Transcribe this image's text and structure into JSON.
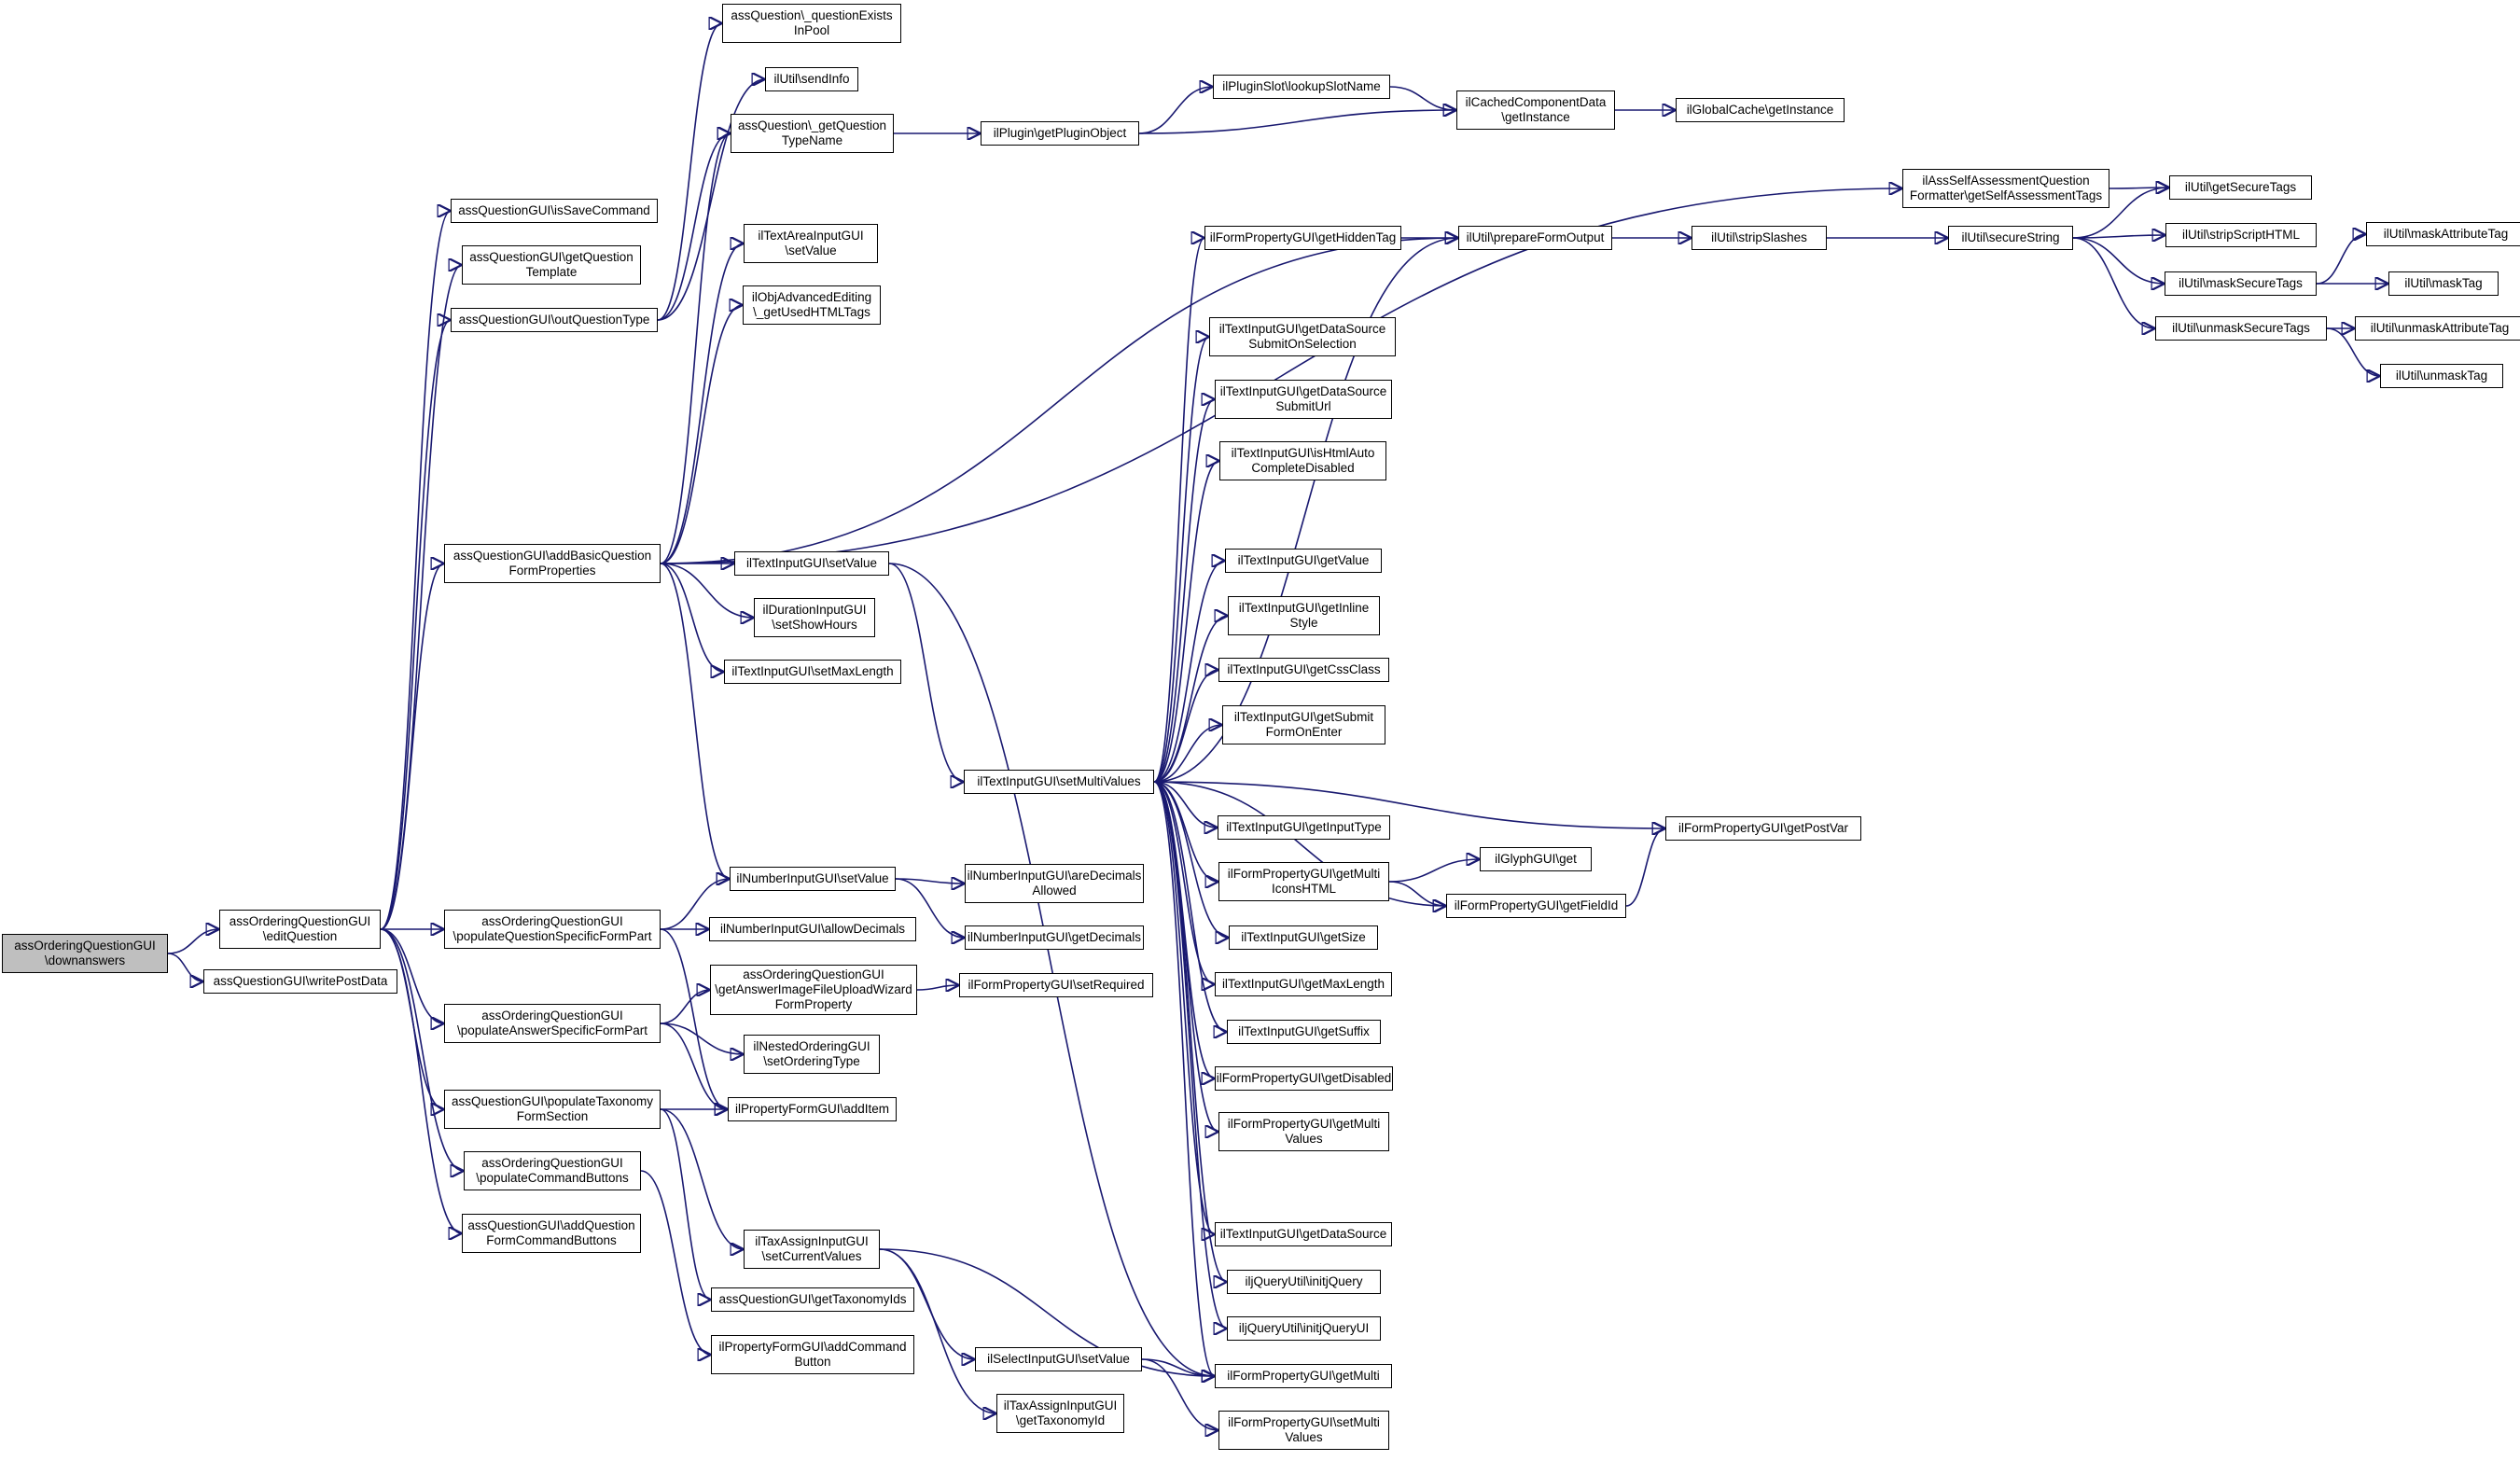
{
  "graph": {
    "type": "call-graph",
    "edge_color": "#191970",
    "node_border_color": "#000000",
    "root_fill_color": "#bfbfbf",
    "nodes": [
      {
        "id": "root",
        "label": "assOrderingQuestionGUI\n\\downanswers"
      },
      {
        "id": "editQuestion",
        "label": "assOrderingQuestionGUI\n\\editQuestion"
      },
      {
        "id": "writePostData",
        "label": "assQuestionGUI\\writePostData"
      },
      {
        "id": "isSaveCommand",
        "label": "assQuestionGUI\\isSaveCommand"
      },
      {
        "id": "getQuestionTemplate",
        "label": "assQuestionGUI\\getQuestion\nTemplate"
      },
      {
        "id": "outQuestionType",
        "label": "assQuestionGUI\\outQuestionType"
      },
      {
        "id": "addBasicQuestion",
        "label": "assQuestionGUI\\addBasicQuestion\nFormProperties"
      },
      {
        "id": "populateQSpecific",
        "label": "assOrderingQuestionGUI\n\\populateQuestionSpecificFormPart"
      },
      {
        "id": "populateAnsSpecific",
        "label": "assOrderingQuestionGUI\n\\populateAnswerSpecificFormPart"
      },
      {
        "id": "populateTaxonomy",
        "label": "assQuestionGUI\\populateTaxonomy\nFormSection"
      },
      {
        "id": "populateCmdButtons",
        "label": "assOrderingQuestionGUI\n\\populateCommandButtons"
      },
      {
        "id": "addQuestionFormCmd",
        "label": "assQuestionGUI\\addQuestion\nFormCommandButtons"
      },
      {
        "id": "qExistsInPool",
        "label": "assQuestion\\_questionExists\nInPool"
      },
      {
        "id": "sendInfo",
        "label": "ilUtil\\sendInfo"
      },
      {
        "id": "getQTypeName",
        "label": "assQuestion\\_getQuestion\nTypeName"
      },
      {
        "id": "taSetValue",
        "label": "ilTextAreaInputGUI\n\\setValue"
      },
      {
        "id": "getUsedHTMLTags",
        "label": "ilObjAdvancedEditing\n\\_getUsedHTMLTags"
      },
      {
        "id": "tiSetValue",
        "label": "ilTextInputGUI\\setValue"
      },
      {
        "id": "durSetShowHours",
        "label": "ilDurationInputGUI\n\\setShowHours"
      },
      {
        "id": "tiSetMaxLength",
        "label": "ilTextInputGUI\\setMaxLength"
      },
      {
        "id": "numSetValue",
        "label": "ilNumberInputGUI\\setValue"
      },
      {
        "id": "numAllowDecimals",
        "label": "ilNumberInputGUI\\allowDecimals"
      },
      {
        "id": "getAnswerImage",
        "label": "assOrderingQuestionGUI\n\\getAnswerImageFileUploadWizard\nFormProperty"
      },
      {
        "id": "nestedSetOrdering",
        "label": "ilNestedOrderingGUI\n\\setOrderingType"
      },
      {
        "id": "propAddItem",
        "label": "ilPropertyFormGUI\\addItem"
      },
      {
        "id": "taxSetCurrent",
        "label": "ilTaxAssignInputGUI\n\\setCurrentValues"
      },
      {
        "id": "getTaxonomyIds",
        "label": "assQuestionGUI\\getTaxonomyIds"
      },
      {
        "id": "propAddCmdButton",
        "label": "ilPropertyFormGUI\\addCommand\nButton"
      },
      {
        "id": "selSetValue",
        "label": "ilSelectInputGUI\\setValue"
      },
      {
        "id": "taxGetTaxId",
        "label": "ilTaxAssignInputGUI\n\\getTaxonomyId"
      },
      {
        "id": "getPluginObject",
        "label": "ilPlugin\\getPluginObject"
      },
      {
        "id": "lookupSlotName",
        "label": "ilPluginSlot\\lookupSlotName"
      },
      {
        "id": "cachedGetInstance",
        "label": "ilCachedComponentData\n\\getInstance"
      },
      {
        "id": "globalCacheGetInstance",
        "label": "ilGlobalCache\\getInstance"
      },
      {
        "id": "selfAssessTags",
        "label": "ilAssSelfAssessmentQuestion\nFormatter\\getSelfAssessmentTags"
      },
      {
        "id": "tiSetMultiValues",
        "label": "ilTextInputGUI\\setMultiValues"
      },
      {
        "id": "numAreDecimals",
        "label": "ilNumberInputGUI\\areDecimals\nAllowed"
      },
      {
        "id": "numGetDecimals",
        "label": "ilNumberInputGUI\\getDecimals"
      },
      {
        "id": "fpSetRequired",
        "label": "ilFormPropertyGUI\\setRequired"
      },
      {
        "id": "fpGetHiddenTag",
        "label": "ilFormPropertyGUI\\getHiddenTag"
      },
      {
        "id": "tiGetDSSubmitOnSel",
        "label": "ilTextInputGUI\\getDataSource\nSubmitOnSelection"
      },
      {
        "id": "tiGetDSSubmitUrl",
        "label": "ilTextInputGUI\\getDataSource\nSubmitUrl"
      },
      {
        "id": "tiIsHtmlAuto",
        "label": "ilTextInputGUI\\isHtmlAuto\nCompleteDisabled"
      },
      {
        "id": "tiGetValue",
        "label": "ilTextInputGUI\\getValue"
      },
      {
        "id": "tiGetInlineStyle",
        "label": "ilTextInputGUI\\getInline\nStyle"
      },
      {
        "id": "tiGetCssClass",
        "label": "ilTextInputGUI\\getCssClass"
      },
      {
        "id": "tiGetSubmitOnEnter",
        "label": "ilTextInputGUI\\getSubmit\nFormOnEnter"
      },
      {
        "id": "tiGetInputType",
        "label": "ilTextInputGUI\\getInputType"
      },
      {
        "id": "fpGetMultiIcons",
        "label": "ilFormPropertyGUI\\getMulti\nIconsHTML"
      },
      {
        "id": "tiGetSize",
        "label": "ilTextInputGUI\\getSize"
      },
      {
        "id": "tiGetMaxLength",
        "label": "ilTextInputGUI\\getMaxLength"
      },
      {
        "id": "tiGetSuffix",
        "label": "ilTextInputGUI\\getSuffix"
      },
      {
        "id": "fpGetDisabled",
        "label": "ilFormPropertyGUI\\getDisabled"
      },
      {
        "id": "fpGetMultiValues",
        "label": "ilFormPropertyGUI\\getMulti\nValues"
      },
      {
        "id": "tiGetDataSource",
        "label": "ilTextInputGUI\\getDataSource"
      },
      {
        "id": "jqInitJQuery",
        "label": "iljQueryUtil\\initjQuery"
      },
      {
        "id": "jqInitJQueryUI",
        "label": "iljQueryUtil\\initjQueryUI"
      },
      {
        "id": "fpGetMulti",
        "label": "ilFormPropertyGUI\\getMulti"
      },
      {
        "id": "fpSetMultiValues",
        "label": "ilFormPropertyGUI\\setMulti\nValues"
      },
      {
        "id": "prepareFormOutput",
        "label": "ilUtil\\prepareFormOutput"
      },
      {
        "id": "glyphGet",
        "label": "ilGlyphGUI\\get"
      },
      {
        "id": "fpGetFieldId",
        "label": "ilFormPropertyGUI\\getFieldId"
      },
      {
        "id": "fpGetPostVar",
        "label": "ilFormPropertyGUI\\getPostVar"
      },
      {
        "id": "stripSlashes",
        "label": "ilUtil\\stripSlashes"
      },
      {
        "id": "secureString",
        "label": "ilUtil\\secureString"
      },
      {
        "id": "getSecureTags",
        "label": "ilUtil\\getSecureTags"
      },
      {
        "id": "stripScriptHTML",
        "label": "ilUtil\\stripScriptHTML"
      },
      {
        "id": "maskSecureTags",
        "label": "ilUtil\\maskSecureTags"
      },
      {
        "id": "unmaskSecureTags",
        "label": "ilUtil\\unmaskSecureTags"
      },
      {
        "id": "maskAttributeTag",
        "label": "ilUtil\\maskAttributeTag"
      },
      {
        "id": "maskTag",
        "label": "ilUtil\\maskTag"
      },
      {
        "id": "unmaskAttributeTag",
        "label": "ilUtil\\unmaskAttributeTag"
      },
      {
        "id": "unmaskTag",
        "label": "ilUtil\\unmaskTag"
      }
    ],
    "edges": [
      [
        "root",
        "editQuestion"
      ],
      [
        "root",
        "writePostData"
      ],
      [
        "editQuestion",
        "isSaveCommand"
      ],
      [
        "editQuestion",
        "getQuestionTemplate"
      ],
      [
        "editQuestion",
        "outQuestionType"
      ],
      [
        "editQuestion",
        "addBasicQuestion"
      ],
      [
        "editQuestion",
        "populateQSpecific"
      ],
      [
        "editQuestion",
        "populateAnsSpecific"
      ],
      [
        "editQuestion",
        "populateTaxonomy"
      ],
      [
        "editQuestion",
        "populateCmdButtons"
      ],
      [
        "editQuestion",
        "addQuestionFormCmd"
      ],
      [
        "outQuestionType",
        "qExistsInPool"
      ],
      [
        "outQuestionType",
        "sendInfo"
      ],
      [
        "outQuestionType",
        "getQTypeName"
      ],
      [
        "addBasicQuestion",
        "getQTypeName"
      ],
      [
        "addBasicQuestion",
        "selfAssessTags"
      ],
      [
        "addBasicQuestion",
        "taSetValue"
      ],
      [
        "addBasicQuestion",
        "getUsedHTMLTags"
      ],
      [
        "addBasicQuestion",
        "prepareFormOutput"
      ],
      [
        "addBasicQuestion",
        "tiSetValue"
      ],
      [
        "addBasicQuestion",
        "durSetShowHours"
      ],
      [
        "addBasicQuestion",
        "tiSetMaxLength"
      ],
      [
        "addBasicQuestion",
        "numSetValue"
      ],
      [
        "getQTypeName",
        "getPluginObject"
      ],
      [
        "getPluginObject",
        "lookupSlotName"
      ],
      [
        "getPluginObject",
        "cachedGetInstance"
      ],
      [
        "lookupSlotName",
        "cachedGetInstance"
      ],
      [
        "cachedGetInstance",
        "globalCacheGetInstance"
      ],
      [
        "selfAssessTags",
        "getSecureTags"
      ],
      [
        "tiSetValue",
        "tiSetMultiValues"
      ],
      [
        "tiSetValue",
        "fpGetMulti"
      ],
      [
        "numSetValue",
        "numAreDecimals"
      ],
      [
        "numSetValue",
        "numGetDecimals"
      ],
      [
        "populateQSpecific",
        "numSetValue"
      ],
      [
        "populateQSpecific",
        "numAllowDecimals"
      ],
      [
        "populateQSpecific",
        "propAddItem"
      ],
      [
        "populateAnsSpecific",
        "getAnswerImage"
      ],
      [
        "populateAnsSpecific",
        "nestedSetOrdering"
      ],
      [
        "populateAnsSpecific",
        "propAddItem"
      ],
      [
        "getAnswerImage",
        "fpSetRequired"
      ],
      [
        "populateTaxonomy",
        "propAddItem"
      ],
      [
        "populateTaxonomy",
        "taxSetCurrent"
      ],
      [
        "populateTaxonomy",
        "getTaxonomyIds"
      ],
      [
        "populateCmdButtons",
        "propAddCmdButton"
      ],
      [
        "taxSetCurrent",
        "selSetValue"
      ],
      [
        "taxSetCurrent",
        "taxGetTaxId"
      ],
      [
        "taxSetCurrent",
        "fpGetMulti"
      ],
      [
        "selSetValue",
        "fpGetMulti"
      ],
      [
        "selSetValue",
        "fpSetMultiValues"
      ],
      [
        "tiSetMultiValues",
        "fpGetHiddenTag"
      ],
      [
        "tiSetMultiValues",
        "tiGetDSSubmitOnSel"
      ],
      [
        "tiSetMultiValues",
        "tiGetDSSubmitUrl"
      ],
      [
        "tiSetMultiValues",
        "tiIsHtmlAuto"
      ],
      [
        "tiSetMultiValues",
        "tiGetValue"
      ],
      [
        "tiSetMultiValues",
        "tiGetInlineStyle"
      ],
      [
        "tiSetMultiValues",
        "tiGetCssClass"
      ],
      [
        "tiSetMultiValues",
        "tiGetSubmitOnEnter"
      ],
      [
        "tiSetMultiValues",
        "prepareFormOutput"
      ],
      [
        "tiSetMultiValues",
        "fpGetPostVar"
      ],
      [
        "tiSetMultiValues",
        "tiGetInputType"
      ],
      [
        "tiSetMultiValues",
        "fpGetMultiIcons"
      ],
      [
        "tiSetMultiValues",
        "tiGetSize"
      ],
      [
        "tiSetMultiValues",
        "tiGetMaxLength"
      ],
      [
        "tiSetMultiValues",
        "tiGetSuffix"
      ],
      [
        "tiSetMultiValues",
        "fpGetDisabled"
      ],
      [
        "tiSetMultiValues",
        "fpGetMultiValues"
      ],
      [
        "tiSetMultiValues",
        "tiGetDataSource"
      ],
      [
        "tiSetMultiValues",
        "jqInitJQuery"
      ],
      [
        "tiSetMultiValues",
        "jqInitJQueryUI"
      ],
      [
        "tiSetMultiValues",
        "fpGetMulti"
      ],
      [
        "tiSetMultiValues",
        "fpGetFieldId"
      ],
      [
        "fpGetHiddenTag",
        "prepareFormOutput"
      ],
      [
        "fpGetMultiIcons",
        "glyphGet"
      ],
      [
        "fpGetMultiIcons",
        "fpGetFieldId"
      ],
      [
        "fpGetFieldId",
        "fpGetPostVar"
      ],
      [
        "prepareFormOutput",
        "stripSlashes"
      ],
      [
        "stripSlashes",
        "secureString"
      ],
      [
        "secureString",
        "getSecureTags"
      ],
      [
        "secureString",
        "stripScriptHTML"
      ],
      [
        "secureString",
        "maskSecureTags"
      ],
      [
        "secureString",
        "unmaskSecureTags"
      ],
      [
        "maskSecureTags",
        "maskAttributeTag"
      ],
      [
        "maskSecureTags",
        "maskTag"
      ],
      [
        "unmaskSecureTags",
        "unmaskAttributeTag"
      ],
      [
        "unmaskSecureTags",
        "unmaskTag"
      ]
    ]
  }
}
